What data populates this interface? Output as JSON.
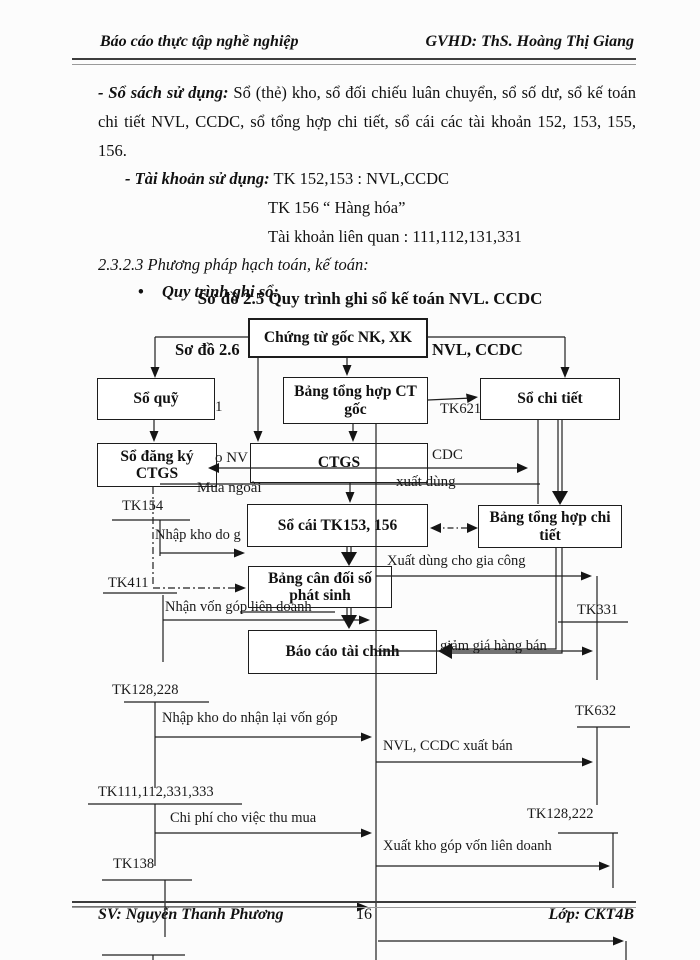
{
  "header": {
    "left": "Báo cáo thực tập  nghề nghiệp",
    "right": "GVHD: ThS. Hoàng Thị Giang"
  },
  "body": {
    "p1_label": "- Sổ sách sử dụng:",
    "p1_text": " Sổ (thẻ) kho, sổ đối chiếu luân chuyển, sổ số dư, sổ kế toán chi tiết NVL, CCDC, sổ tổng hợp chi tiết, sổ cái các tài khoản 152, 153, 155, 156.",
    "p2_label": "- Tài khoản sử dụng:",
    "p2_text": "TK 152,153 : NVL,CCDC",
    "p3": "TK 156 “ Hàng hóa”",
    "p4": "Tài khoản liên quan : 111,112,131,331",
    "section": "2.3.2.3 Phương pháp hạch toán, kế toán:",
    "bullet_marker": "•",
    "bullet": "Quy trình ghi sổ:",
    "caption_2_5": "Sơ đồ 2.5 Quy trình ghi sổ kế toán NVL. CCDC",
    "caption_2_6_left": "Sơ đồ 2.6",
    "caption_2_6_right": "NVL, CCDC"
  },
  "diagram": {
    "boxes": {
      "chung_tu": "Chứng từ gốc NK, XK",
      "so_quy": "Sổ quỹ",
      "bang_th_ct_goc": "Bảng tổng hợp CT gốc",
      "so_chi_tiet": "Sổ chi tiết",
      "so_dang_ky": "Sổ đăng ký CTGS",
      "ctgs": "CTGS",
      "so_cai": "Sổ cái TK153, 156",
      "bang_th_chi_tiet": "Bảng tổng hợp chi tiết",
      "bang_can_doi": "Bảng cân đối số phát sinh",
      "bao_cao": "Báo cáo tài chính"
    },
    "accounts": {
      "one": "1",
      "tk621": "TK621",
      "tk154": "TK154",
      "tk411": "TK411",
      "tk128_228": "TK128,228",
      "tk111": "TK111,112,331,333",
      "tk138": "TK138",
      "tk331": "TK331",
      "tk632": "TK632",
      "tk128_222": "TK128,222"
    },
    "flows": {
      "frag_o_nv": "o NV",
      "frag_mua_ngoai": "Mua ngoài",
      "frag_cdc": "CDC",
      "frag_xuat_dung": "xuất dùng",
      "nhap_gia_cong": "Nhập kho do g",
      "xuat_gia_cong": "Xuất dùng cho gia công",
      "nhan_von": "Nhận vốn góp liên doanh",
      "giam_gia": "giảm giá hàng bán",
      "nhap_von_gop": "Nhập kho do nhận lại vốn góp",
      "xuat_ban": "NVL, CCDC xuất bán",
      "chi_phi": "Chi phí cho việc thu mua",
      "xuat_gop_von": "Xuất kho góp vốn liên doanh"
    }
  },
  "footer": {
    "left": "SV: Nguyễn Thanh Phương",
    "page": "16",
    "right": "Lớp: CKT4B"
  }
}
